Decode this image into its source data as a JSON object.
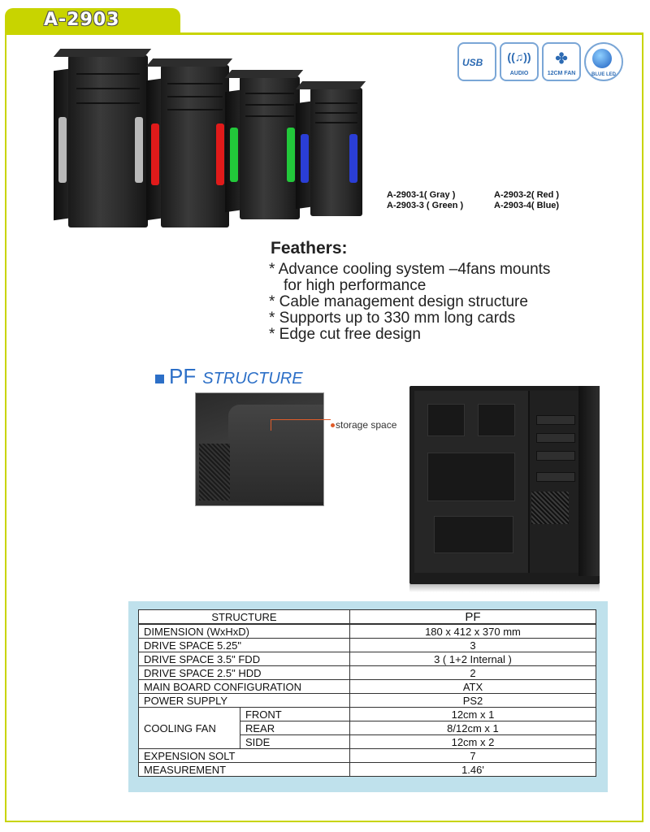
{
  "header": {
    "model": "A-2903"
  },
  "feature_icons": [
    {
      "name": "usb",
      "label": "USB"
    },
    {
      "name": "audio",
      "label": "AUDIO"
    },
    {
      "name": "fan",
      "label": "12CM FAN"
    },
    {
      "name": "led",
      "label": "BLUE LED"
    }
  ],
  "variants": [
    {
      "code": "A-2903-1( Gray )",
      "color": "#b9b9b9"
    },
    {
      "code": "A-2903-2( Red )",
      "color": "#e01a1a"
    },
    {
      "code": "A-2903-3 ( Green )",
      "color": "#22c83a"
    },
    {
      "code": "A-2903-4( Blue)",
      "color": "#2a3ed6"
    }
  ],
  "features": {
    "title": "Feathers:",
    "items": [
      "* Advance cooling system –4fans mounts",
      "for high performance",
      "* Cable management design structure",
      "* Supports up to 330 mm long cards",
      "* Edge cut free design"
    ]
  },
  "structure_heading": {
    "pf": "PF",
    "structure": "STRUCTURE"
  },
  "callout": {
    "storage": "storage space"
  },
  "table": {
    "header": {
      "left": "STRUCTURE",
      "right": "PF"
    },
    "rows": [
      {
        "label": "DIMENSION (WxHxD)",
        "value": "180 x 412 x 370 mm"
      },
      {
        "label": "DRIVE SPACE 5.25\"",
        "value": "3"
      },
      {
        "label": "DRIVE SPACE 3.5\" FDD",
        "value": "3 ( 1+2 Internal )"
      },
      {
        "label": "DRIVE SPACE 2.5\" HDD",
        "value": "2"
      },
      {
        "label": "MAIN BOARD CONFIGURATION",
        "value": "ATX"
      },
      {
        "label": "POWER SUPPLY",
        "value": "PS2"
      }
    ],
    "cooling": {
      "label": "COOLING FAN",
      "rows": [
        {
          "label": "FRONT",
          "value": "12cm x 1"
        },
        {
          "label": "REAR",
          "value": "8/12cm x 1"
        },
        {
          "label": "SIDE",
          "value": "12cm x 2"
        }
      ]
    },
    "tail": [
      {
        "label": "EXPENSION SOLT",
        "value": "7"
      },
      {
        "label": "MEASUREMENT",
        "value": "1.46'"
      }
    ]
  }
}
